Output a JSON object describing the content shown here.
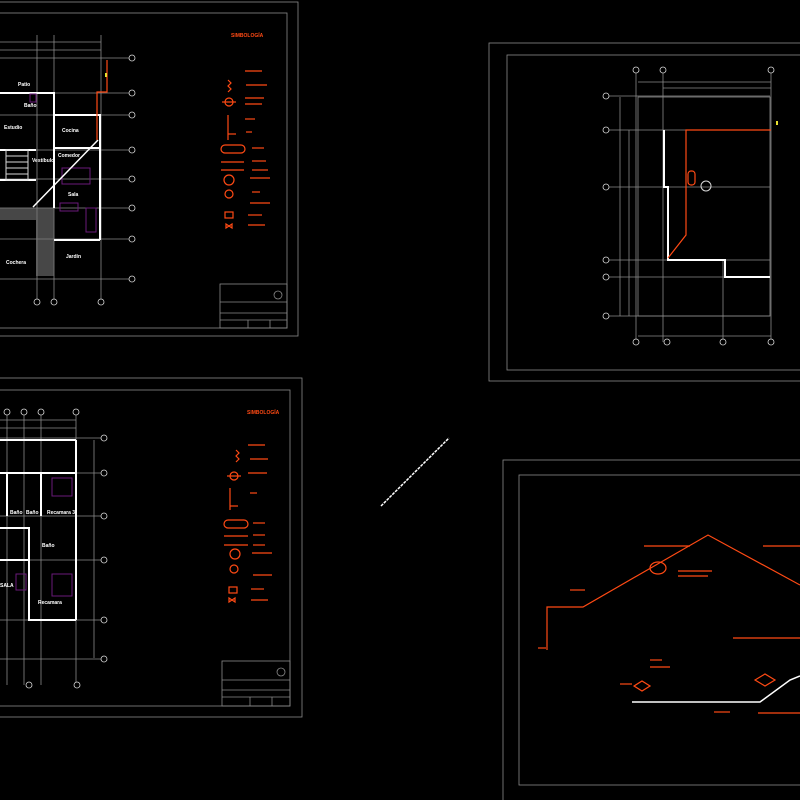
{
  "drawing": {
    "background": "#000000",
    "colors": {
      "pipe": "#ff4a14",
      "walls": "#ffffff",
      "furniture": "#6a1a7a",
      "marker": "#e8e030"
    },
    "sheets": [
      {
        "legend_title": "SIMBOLOGÍA",
        "rooms": [
          "Patio",
          "Baño",
          "Estudio",
          "Cocina",
          "Vestíbulo",
          "Comedor",
          "Sala",
          "Cochera",
          "Jardín"
        ]
      },
      {
        "legend_title": "SIMBOLOGÍA",
        "rooms": [
          "Baño",
          "Baño",
          "Recamara 3",
          "Baño",
          "SALA",
          "Recamara"
        ]
      },
      {
        "type": "roof-plan"
      },
      {
        "type": "isometric"
      }
    ]
  }
}
